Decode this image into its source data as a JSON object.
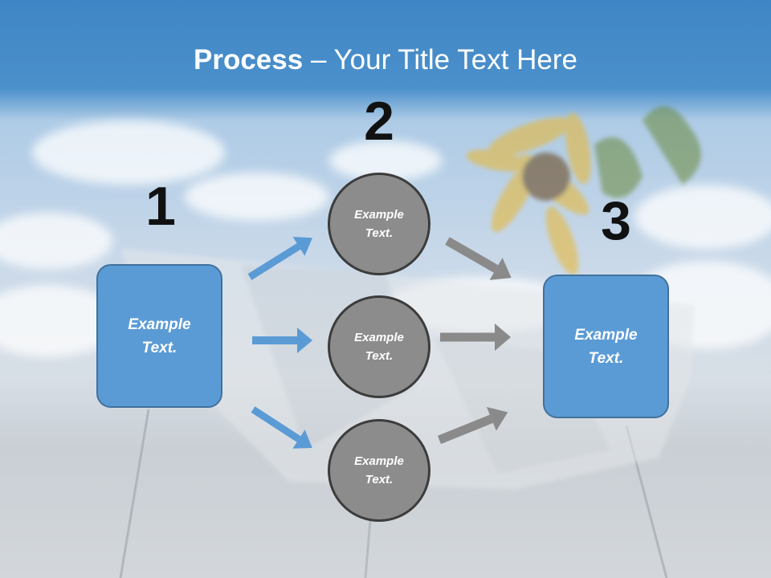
{
  "title": {
    "bold": "Process",
    "rest": " – Your Title Text Here"
  },
  "steps": {
    "one": {
      "number": "1",
      "box_text": "Example\nText."
    },
    "two": {
      "number": "2",
      "circles": [
        "Example\nText.",
        "Example\nText.",
        "Example\nText."
      ]
    },
    "three": {
      "number": "3",
      "box_text": "Example\nText."
    }
  },
  "colors": {
    "header_blue": "#3f86c6",
    "box_fill": "#5b9bd5",
    "box_border": "#41719c",
    "circle_fill": "#8c8c8c",
    "circle_border": "#3c3c3c",
    "arrow_blue": "#5b9bd5",
    "arrow_gray": "#8a8a8a"
  }
}
